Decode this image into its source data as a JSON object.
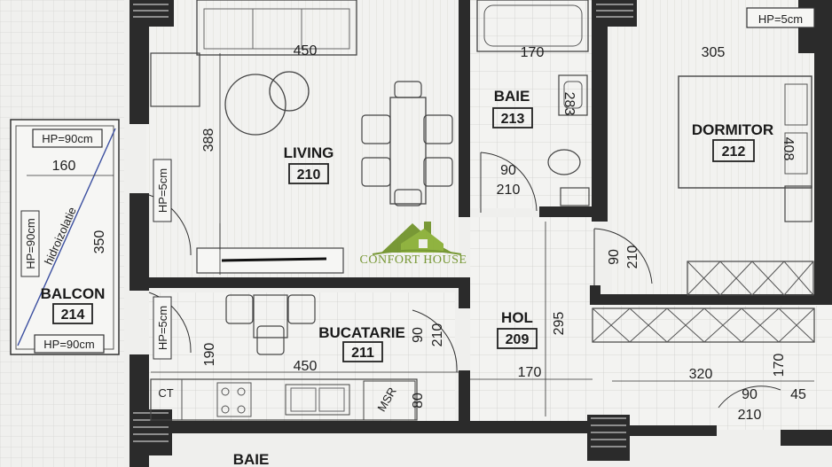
{
  "rooms": {
    "living": {
      "name": "LIVING",
      "number": "210"
    },
    "baie_top": {
      "name": "BAIE",
      "number": "213"
    },
    "dormitor": {
      "name": "DORMITOR",
      "number": "212"
    },
    "balcon": {
      "name": "BALCON",
      "number": "214"
    },
    "bucatarie": {
      "name": "BUCATARIE",
      "number": "211"
    },
    "hol": {
      "name": "HOL",
      "number": "209"
    },
    "baie_bottom": {
      "name": "BAIE"
    }
  },
  "labels": {
    "hp_5_top_right": "HP=5cm",
    "hp_90_balcon_top": "HP=90cm",
    "hp_90_balcon_side": "HP=90cm",
    "hp_90_balcon_bottom": "HP=90cm",
    "hp_5_living": "HP=5cm",
    "hp_5_kitchen": "HP=5cm",
    "hidroizolatie": "hidroizolatie",
    "ct": "CT",
    "msr": "MSR"
  },
  "dimensions": {
    "living_width": "450",
    "living_depth": "388",
    "baie_width": "170",
    "baie_depth": "283",
    "dormitor_width": "305",
    "dormitor_depth": "408",
    "balcon_width": "160",
    "balcon_depth": "350",
    "baie_door_w": "90",
    "baie_door_h": "210",
    "dorm_door_w": "90",
    "dorm_door_h": "210",
    "kitchen_door_w": "90",
    "kitchen_door_h": "210",
    "kitchen_depth": "190",
    "kitchen_width": "450",
    "kitchen_niche": "80",
    "hol_depth": "295",
    "hol_width": "170",
    "corridor_width": "320",
    "corridor_depth": "170",
    "bottom_door_w": "90",
    "bottom_door_h": "210",
    "bottom_small": "45"
  },
  "watermark": {
    "text": "CONFORT HOUSE",
    "color": "#6b8f22"
  }
}
